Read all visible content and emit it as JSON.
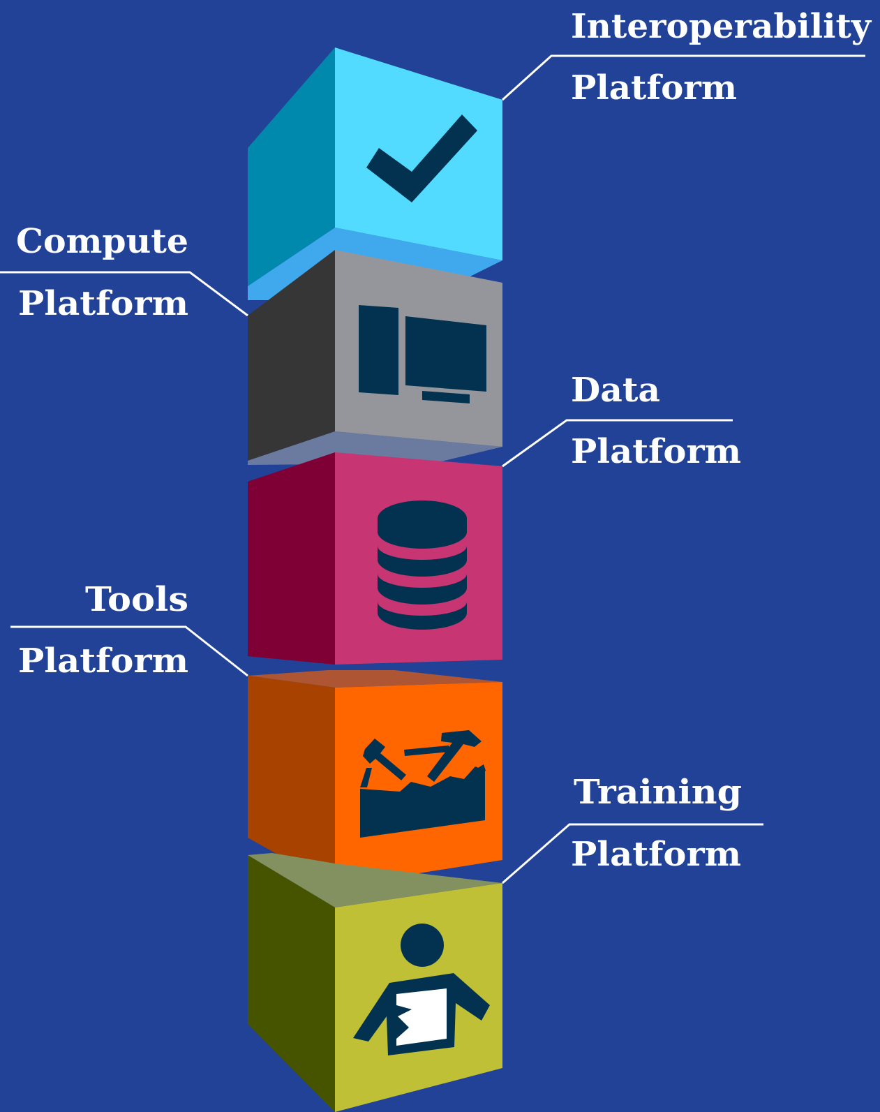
{
  "colors": {
    "background": "#214296",
    "label_text": "#ffffff",
    "leader_line": "#ffffff",
    "icon_fill": "#02324f"
  },
  "diagram": {
    "blocks": [
      {
        "id": "interoperability",
        "label_top": "Interoperability",
        "label_bottom": "Platform",
        "icon": "checkmark-icon",
        "front_color": "#52dbff",
        "side_color": "#0089ad",
        "bottom_color": "#40a9ed"
      },
      {
        "id": "compute",
        "label_top": "Compute",
        "label_bottom": "Platform",
        "icon": "computer-tower-icon",
        "front_color": "#94969b",
        "side_color": "#363636",
        "bottom_color": "#6b7ba0"
      },
      {
        "id": "data",
        "label_top": "Data",
        "label_bottom": "Platform",
        "icon": "database-icon",
        "front_color": "#c73672",
        "side_color": "#7e0034"
      },
      {
        "id": "tools",
        "label_top": "Tools",
        "label_bottom": "Platform",
        "icon": "toolbox-icon",
        "front_color": "#ff6600",
        "side_color": "#a84200",
        "top_color": "#ae5634"
      },
      {
        "id": "training",
        "label_top": "Training",
        "label_bottom": "Platform",
        "icon": "reading-person-icon",
        "front_color": "#bfc035",
        "side_color": "#465400",
        "top_color": "#839160"
      }
    ]
  }
}
